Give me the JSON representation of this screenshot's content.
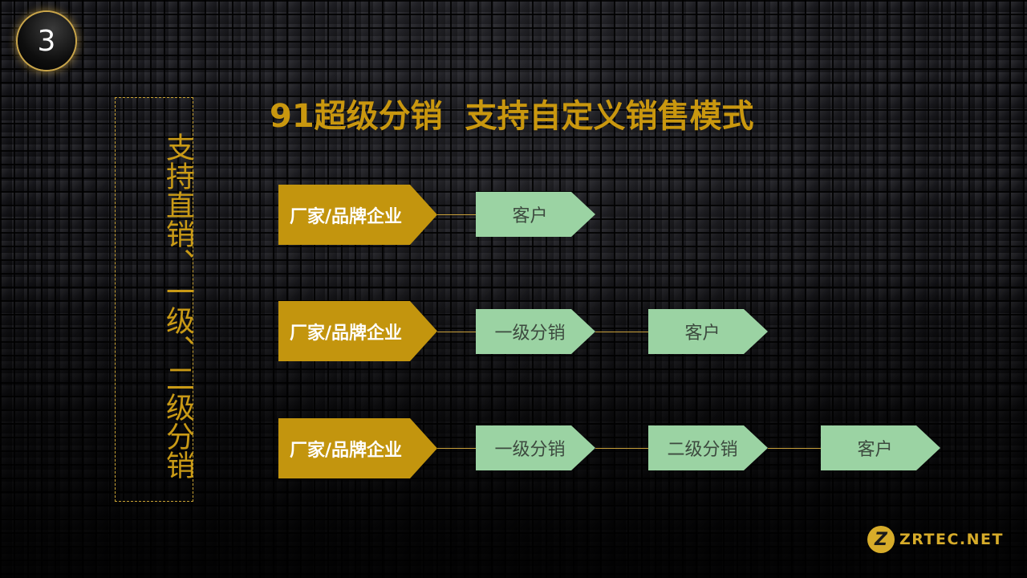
{
  "slide": {
    "number": "3",
    "title": "91超级分销  支持自定义销售模式",
    "side_label": "支持直销、一级、二级分销",
    "colors": {
      "gold": "#c3950e",
      "title_gold": "#c9970f",
      "green": "#9bd3a3",
      "green_text": "#3d4a3f",
      "connector": "#c9a03a"
    }
  },
  "flows": [
    {
      "source": "厂家/品牌企业",
      "steps": [
        "客户"
      ]
    },
    {
      "source": "厂家/品牌企业",
      "steps": [
        "一级分销",
        "客户"
      ]
    },
    {
      "source": "厂家/品牌企业",
      "steps": [
        "一级分销",
        "二级分销",
        "客户"
      ]
    }
  ],
  "logo": {
    "mark": "Z",
    "text": "ZRTEC.NET"
  }
}
